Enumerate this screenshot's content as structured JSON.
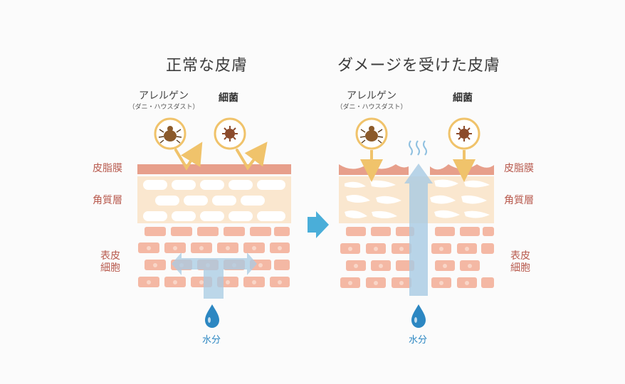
{
  "left_panel": {
    "title": "正常な皮膚",
    "allergen_label": "アレルゲン",
    "allergen_sub": "（ダニ・ハウスダスト）",
    "bacteria_label": "細菌",
    "layer_sebum": "皮脂膜",
    "layer_stratum": "角質層",
    "layer_epidermis_1": "表皮",
    "layer_epidermis_2": "細胞",
    "water_label": "水分"
  },
  "right_panel": {
    "title": "ダメージを受けた皮膚",
    "allergen_label": "アレルゲン",
    "allergen_sub": "（ダニ・ハウスダスト）",
    "bacteria_label": "細菌",
    "layer_sebum": "皮脂膜",
    "layer_stratum": "角質層",
    "layer_epidermis_1": "表皮",
    "layer_epidermis_2": "細胞",
    "water_label": "水分"
  },
  "icons": {
    "allergen": "dust-mite-icon",
    "bacteria": "bacteria-icon",
    "water": "water-drop-icon",
    "transition": "right-arrow-icon"
  },
  "colors": {
    "sebum": "#e79f8b",
    "stratum_bg": "#fae7cf",
    "stratum_cell": "#ffffff",
    "epidermis_cell": "#f4b8a4",
    "epidermis_nucleus": "#f9d6c8",
    "deflect_arrow": "#f0c36b",
    "water_arrow": "#a8cbe4",
    "transition_arrow": "#4aaed9",
    "label_red": "#b85a4e",
    "water_text": "#2c87c2"
  }
}
